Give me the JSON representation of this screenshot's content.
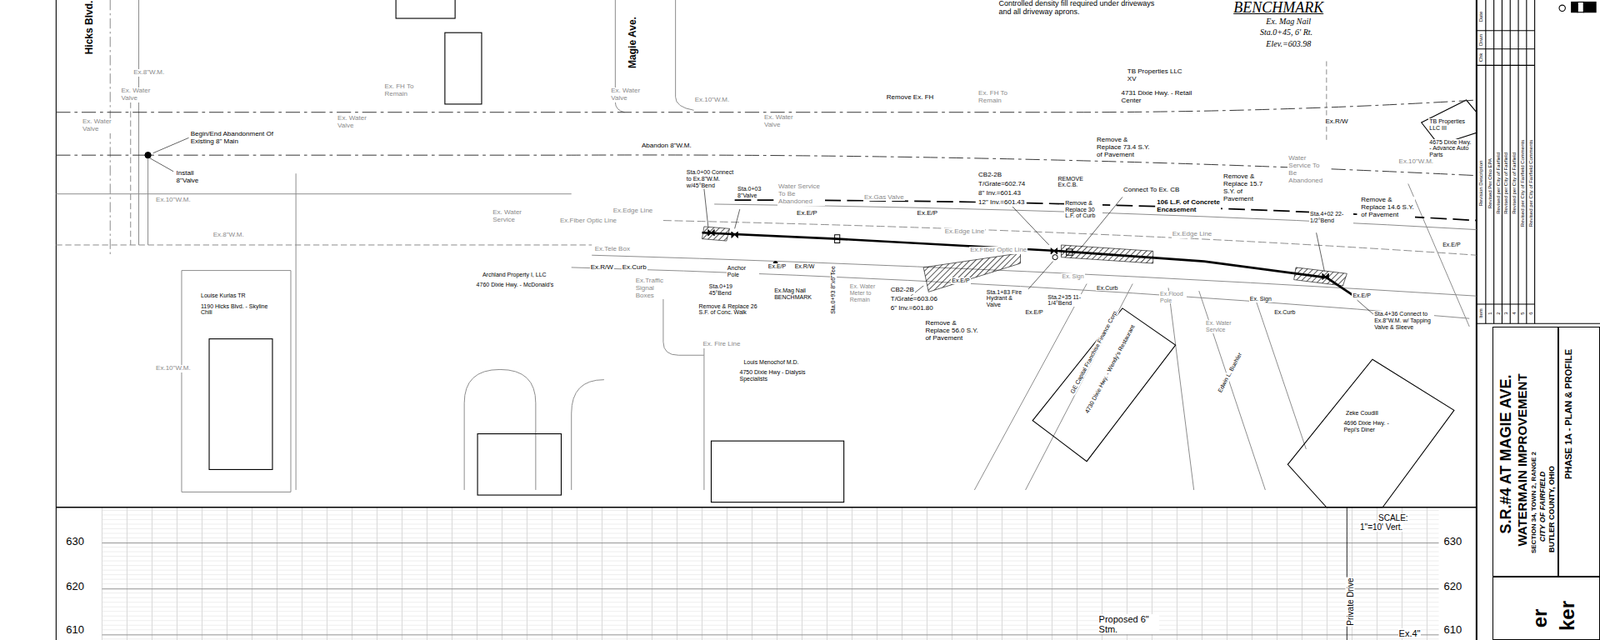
{
  "diagram": {
    "nodes": [
      {
        "text": [
          "S.R.#4 AT MAGIE AVE.",
          "WATERMAIN IMPROVEMENT",
          "SECTION 34, TOWN 2, RANGE 2",
          "CITY OF FAIRFIELD",
          "BUTLER COUNTY, OHIO"
        ]
      },
      {
        "text": [
          "PHASE 1A - PLAN & PROFILE"
        ]
      },
      {
        "text": [
          "er",
          "ker"
        ]
      }
    ],
    "labels": [
      "Controlled density fill required under driveways and all driveway aprons.",
      "BENCHMARK",
      "Ex. Mag Nail",
      "Sta.0+45, 6' Rt.",
      "Elev.=603.98",
      "Hicks Blvd.",
      "Magie Ave.",
      "Ex.8\"W.M.",
      "Ex. Water Valve",
      "Ex. Water Valve",
      "Ex. FH To Remain",
      "Ex. Water Valve",
      "Ex. Water Valve",
      "Ex.10\"W.M.",
      "Ex. Water Valve",
      "Remove Ex. FH",
      "Ex. FH To Remain",
      "TB Properties LLC XV",
      "4731 Dixie Hwy. - Retail Center",
      "Ex.R/W",
      "TB Properties LLC III",
      "4675 Dixie Hwy. - Advance Auto Parts",
      "Ex.10\"W.M.",
      "Water Service To Be Abandoned",
      "Begin/End Abandonment Of Existing 8\" Main",
      "Abandon 8\"W.M.",
      "Install 8\"Valve",
      "Ex.10\"W.M.",
      "Ex.8\"W.M.",
      "Ex. Water Service",
      "Ex.Fiber Optic Line",
      "Ex.Tele Box",
      "Archland Property I, LLC",
      "4760 Dixie Hwy. - McDonald's",
      "Louise Kurlas TR",
      "1190 Hicks Blvd. - Skyline Chili",
      "Ex.10\"W.M.",
      "Ex.R/W",
      "Ex.Curb",
      "Ex.Traffic Signal Boxes",
      "Sta.0+00 Connect to Ex.8\"W.M. w/45°Bend",
      "Sta.0+03 8\"Valve",
      "Water Service To Be Abandoned",
      "Ex.Gas Valve",
      "Ex.E/P",
      "Ex.Edge Line",
      "Ex.E/P",
      "Anchor Pole",
      "Sta.0+19 45°Bend",
      "Remove & Replace 26 S.F. of Conc. Walk",
      "Ex.Mag Nail BENCHMARK",
      "Ex.E/P",
      "Ex.R/W",
      "Sta.0+93 8\"x6\"Tee",
      "Ex. Water Meter to Remain",
      "Ex. Fire Line",
      "Louis Menochof M.D.",
      "4750 Dixie Hwy - Dialysis Specialists",
      "CB2-2B",
      "T/Grate=602.74",
      "8\" Inv.=601.43",
      "12\" Inv.=601.43",
      "CB2-2B",
      "T/Grate=603.06",
      "6\" Inv.=601.80",
      "Remove & Replace 56.0 S.Y. of Pavement",
      "Ex.Edge Line",
      "Ex.E/P",
      "Sta.1+83 Fire Hydrant & Valve",
      "Ex.E/P",
      "Ex. Sign",
      "Sta.2+35 11-1/4°Bend",
      "Ex.Curb",
      "REMOVE Ex.C.B.",
      "Remove & Replace 30 L.F. of Curb",
      "Connect To Ex. CB",
      "106 L.F. of Concrete Encasement",
      "Remove & Replace 73.4 S.Y. of Pavement",
      "Ex.Edge Line",
      "Ex.Fiber Optic Line",
      "Remove & Replace 15.7 S.Y. of Pavement",
      "Sta.4+02 22-1/2°Bend",
      "Remove & Replace 14.6 S.Y. of Pavement",
      "Ex.E/P",
      "Ex.E/P",
      "GE Capital Franchise Finance Corp.",
      "4730 Dixie Hwy. - Wendy's Restaurant",
      "Edwin L. Buehler",
      "Sta.4+36 Connect to Ex.8\"W.M. w/ Tapping Valve & Sleeve",
      "Zeke Coudill",
      "4696 Dixie Hwy. - Pepi's Diner",
      "Ex. Water Service",
      "Ex.Flood Pole",
      "Ex. Sign",
      "Ex.Curb",
      "630",
      "620",
      "610",
      "630",
      "620",
      "610",
      "SCALE:",
      "1\"=10' Vert.",
      "Proposed 6\" Stm.",
      "Private Drive",
      "Ex.4\"",
      "Item",
      "Revision Description",
      "Date",
      "Drwn",
      "Chk",
      "1",
      "2",
      "3",
      "4",
      "5",
      "6",
      "Revised Per Ohio EPA",
      "Revised per City of Fairfield",
      "Revised per City of Fairfield",
      "Revised per City of Fairfield",
      "Revised per City of Fairfield Comments",
      "Revised per City of Fairfield Comments"
    ]
  }
}
